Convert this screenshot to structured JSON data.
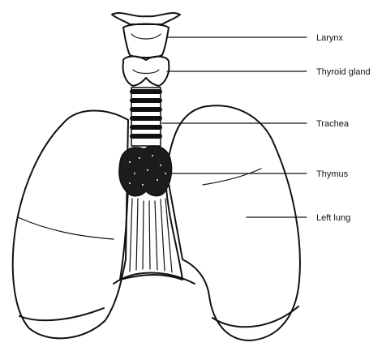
{
  "labels": {
    "larynx": "Larynx",
    "thyroid": "Thyroid gland",
    "trachea": "Trachea",
    "thymus": "Thymus",
    "left_lung": "Left lung"
  },
  "colors": {
    "ink": "#111111",
    "background": "#ffffff"
  }
}
